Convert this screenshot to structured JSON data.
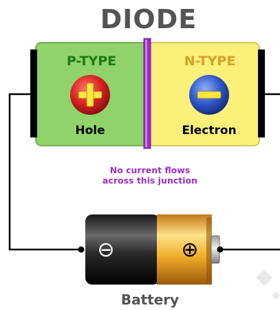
{
  "title": "DIODE",
  "p_region": {
    "label": "P-TYPE",
    "carrier": "Hole",
    "symbol": "+"
  },
  "n_region": {
    "label": "N-TYPE",
    "carrier": "Electron",
    "symbol": "−"
  },
  "junction_note": {
    "line1": "No current flows",
    "line2": "across this junction"
  },
  "battery": {
    "label": "Battery",
    "negative_symbol": "⊖",
    "positive_symbol": "⊕"
  },
  "colors": {
    "title": "#545454",
    "p_fill": "#8fd36a",
    "p_label": "#1f7a12",
    "n_fill": "#fbf07a",
    "n_label": "#d4a12c",
    "junction": "#9b2fc8",
    "hole": "#d82020",
    "electron": "#2d56c8",
    "wire": "#000000"
  }
}
